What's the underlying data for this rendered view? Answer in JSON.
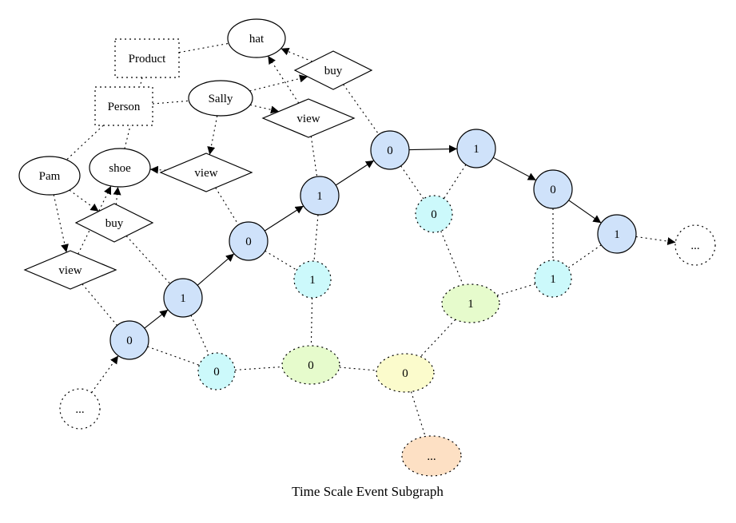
{
  "caption": "Time Scale Event Subgraph",
  "colors": {
    "blue": "#cfe2fa",
    "cyan": "#ccf9fb",
    "green": "#e6fbcc",
    "yellow": "#fbfbcc",
    "orange": "#fde0c4",
    "white": "#ffffff"
  },
  "nodes": {
    "product": "Product",
    "person": "Person",
    "hat": "hat",
    "sally": "Sally",
    "shoe": "shoe",
    "pam": "Pam",
    "buy_top": "buy",
    "view_top": "view",
    "view_mid": "view",
    "buy_left": "buy",
    "view_left": "view",
    "ellipsis_bl": "...",
    "ellipsis_r": "...",
    "ellipsis_bot": "...",
    "b0_first": "0",
    "b1_first": "1",
    "b0_second": "0",
    "b1_second": "1",
    "b0_third": "0",
    "b1_third": "1",
    "b0_fourth": "0",
    "b1_fourth": "1",
    "c0_left": "0",
    "c1_mid": "1",
    "c0_mid": "0",
    "c1_right": "1",
    "g0": "0",
    "g1": "1",
    "y0": "0"
  }
}
